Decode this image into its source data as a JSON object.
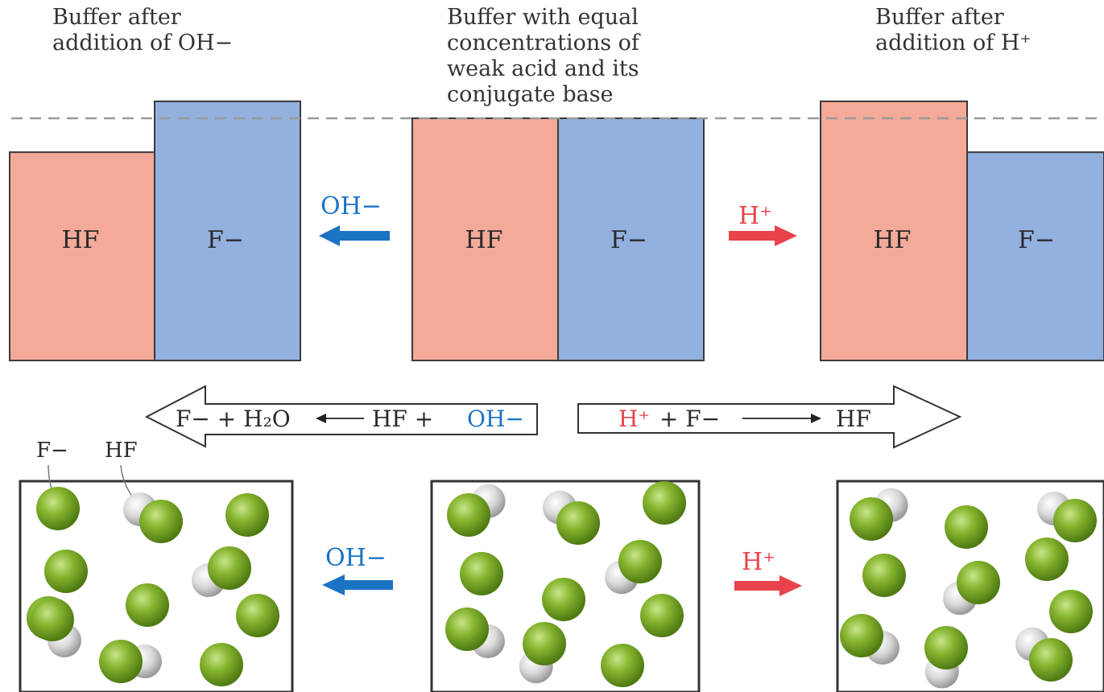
{
  "captions": {
    "left": [
      "Buffer after",
      "addition of OH−"
    ],
    "center": [
      "Buffer with equal",
      "concentrations of",
      "weak acid and its",
      "conjugate base"
    ],
    "right": [
      "Buffer after",
      "addition of H⁺"
    ]
  },
  "bars": {
    "acid_label": "HF",
    "base_label": "F−"
  },
  "bar_levels": {
    "left": {
      "HF": 0.86,
      "F": 1.07
    },
    "center": {
      "HF": 1.0,
      "F": 1.0
    },
    "right": {
      "HF": 1.07,
      "F": 0.86
    }
  },
  "arrows": {
    "oh_label": "OH−",
    "h_label": "H⁺"
  },
  "equations": {
    "left": {
      "products": "F− + H₂O",
      "reactants": "HF + ",
      "reagent": "OH−"
    },
    "right": {
      "reagent": "H⁺",
      "reactants": " + F−",
      "products": "HF"
    }
  },
  "box_labels": {
    "fluoride": "F−",
    "hf": "HF"
  },
  "molecules": {
    "left_box": {
      "F_ions": 7,
      "HF_molecules": 5
    },
    "center_box": {
      "F_ions": 6,
      "HF_molecules": 6
    },
    "right_box": {
      "F_ions": 5,
      "HF_molecules": 7
    }
  },
  "colors": {
    "acid_bar": "#f4aa98",
    "base_bar": "#93b1df",
    "oh_blue": "#1b73c4",
    "h_red": "#e8434a",
    "fluorine_green": "#7aa82a",
    "hydrogen_gray": "#d8d8d8"
  }
}
